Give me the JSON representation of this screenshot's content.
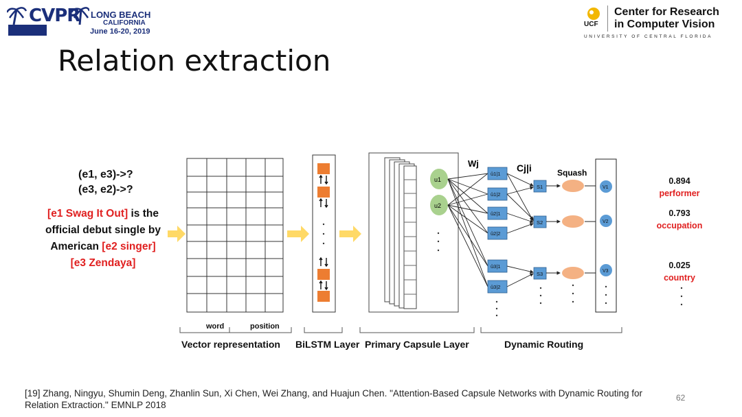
{
  "header": {
    "cvpr_word": "CVPR",
    "cvpr_location_line1": "LONG BEACH",
    "cvpr_location_line2": "CALIFORNIA",
    "cvpr_dates": "June 16-20, 2019",
    "ucf_abbrev": "UCF",
    "ucf_name_line1": "Center for Research",
    "ucf_name_line2": "in Computer Vision",
    "ucf_university": "UNIVERSITY OF CENTRAL FLORIDA"
  },
  "slide": {
    "title": "Relation extraction",
    "page_number": "62"
  },
  "queries": [
    "(e1, e3)->?",
    "(e3, e2)->?"
  ],
  "sentence": {
    "line1_red": "[e1 Swag It Out]",
    "line1_black": " is the",
    "line2": "official debut  single by",
    "line3_black": "American ",
    "line3_red": "[e2 singer]",
    "line4_red": "[e3  Zendaya]"
  },
  "diagram": {
    "word_label": "word",
    "position_label": "position",
    "wj_label": "Wj",
    "cji_label": "Cj|i",
    "squash_label": "Squash",
    "u_labels": [
      "u1",
      "u2"
    ],
    "u_hat_labels": [
      "û1|1",
      "û1|2",
      "û2|1",
      "û2|2",
      "û3|1",
      "û3|2"
    ],
    "s_labels": [
      "S1",
      "S2",
      "S3"
    ],
    "v_labels": [
      "V1",
      "V2",
      "V3"
    ]
  },
  "outputs": [
    {
      "score": "0.894",
      "relation": "performer"
    },
    {
      "score": "0.793",
      "relation": "occupation"
    },
    {
      "score": "0.025",
      "relation": "country"
    }
  ],
  "captions": {
    "vector": "Vector representation",
    "bilstm": "BiLSTM Layer",
    "primary": "Primary Capsule Layer",
    "routing": "Dynamic Routing"
  },
  "citation": "[19] Zhang, Ningyu, Shumin Deng, Zhanlin Sun, Xi Chen, Wei Zhang, and Huajun Chen. \"Attention-Based Capsule Networks with Dynamic Routing for Relation Extraction.\" EMNLP 2018",
  "colors": {
    "orange_cell": "#ed7d31",
    "green_capsule": "#a9d18e",
    "blue_box": "#5b9bd5",
    "peach_squash": "#f4b183",
    "yellow_arrow": "#ffd966",
    "red_text": "#e02020"
  }
}
